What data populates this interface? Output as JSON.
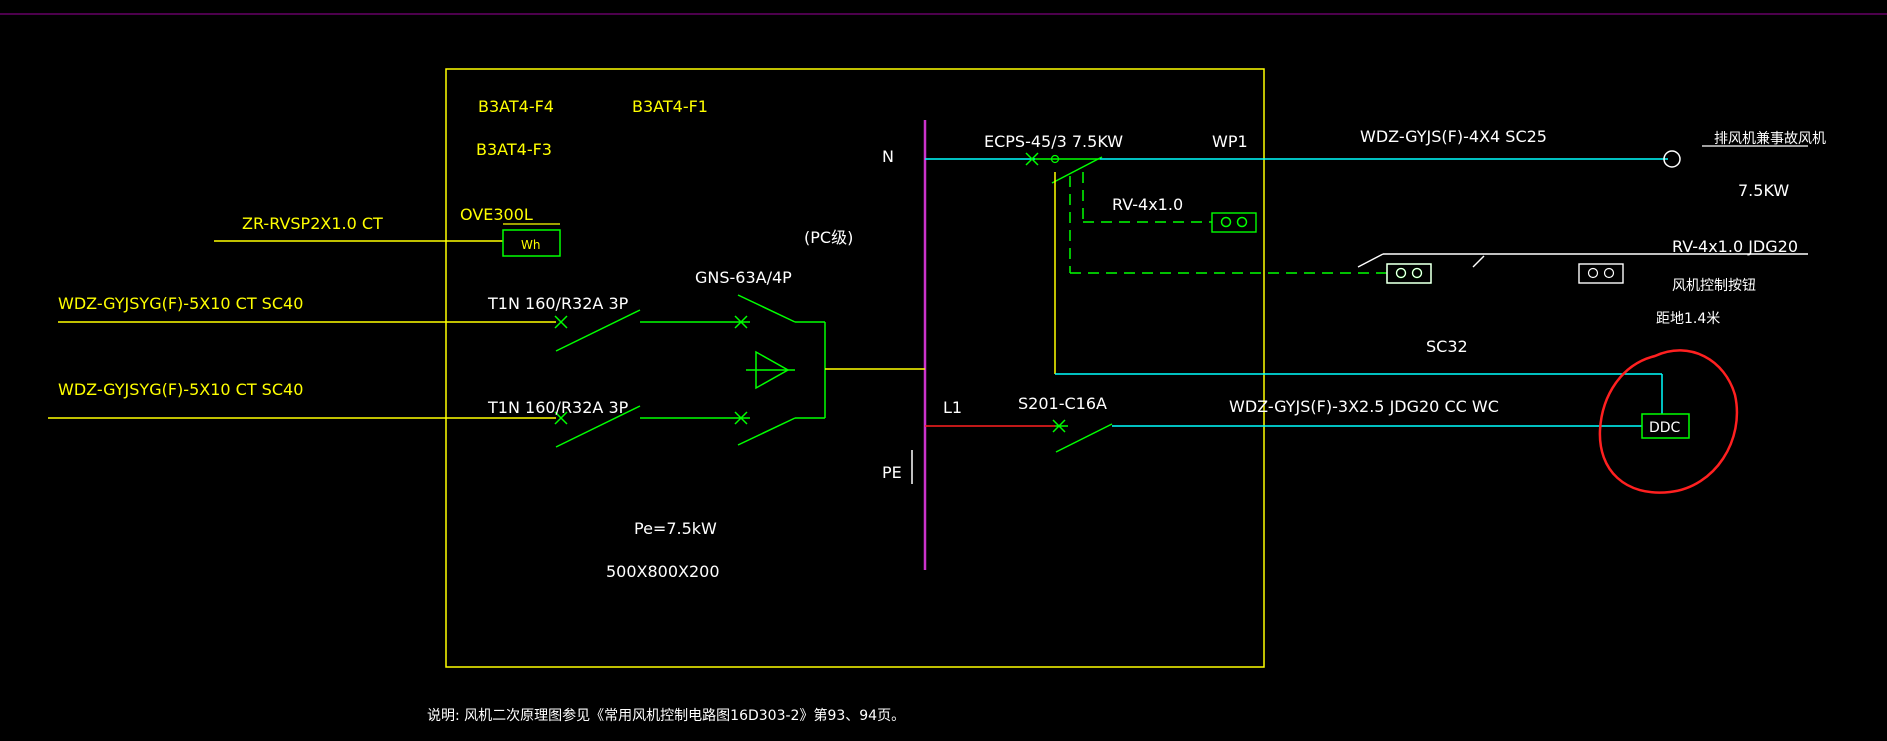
{
  "colors": {
    "background": "#000000",
    "yellow": "#ffff00",
    "white": "#ffffff",
    "green": "#00ff00",
    "cyan": "#00ffff",
    "magenta": "#cc33cc",
    "red": "#ff2020"
  },
  "labels": {
    "circuit_f4": "B3AT4-F4",
    "circuit_f1": "B3AT4-F1",
    "circuit_f3": "B3AT4-F3",
    "meter_cable": "ZR-RVSP2X1.0  CT",
    "meter_model": "OVE300L",
    "meter_symbol": "Wh",
    "pc_class": "(PC级)",
    "ats_model": "GNS-63A/4P",
    "feeder_cable_1": "WDZ-GYJSYG(F)-5X10   CT SC40",
    "feeder_cable_2": "WDZ-GYJSYG(F)-5X10   CT SC40",
    "breaker_1": "T1N 160/R32A 3P",
    "breaker_2": "T1N 160/R32A 3P",
    "neutral": "N",
    "protective_earth": "PE",
    "phase_l1": "L1",
    "power_rating": "Pe=7.5kW",
    "box_size": "500X800X200",
    "ecps_model": "ECPS-45/3  7.5KW",
    "circuit_wp1": "WP1",
    "fan_cable": "WDZ-GYJS(F)-4X4  SC25",
    "fan_name": "排风机兼事故风机",
    "fan_power": "7.5KW",
    "control_wire": "RV-4x1.0",
    "control_wire_ext": "RV-4x1.0  JDG20",
    "control_button": "风机控制按钮",
    "button_height": "距地1.4米",
    "conduit_sc32": "SC32",
    "mcb_model": "S201-C16A",
    "ddc_cable": "WDZ-GYJS(F)-3X2.5  JDG20  CC  WC",
    "ddc_label": "DDC",
    "note": "说明: 风机二次原理图参见《常用风机控制电路图16D303-2》第93、94页。"
  }
}
